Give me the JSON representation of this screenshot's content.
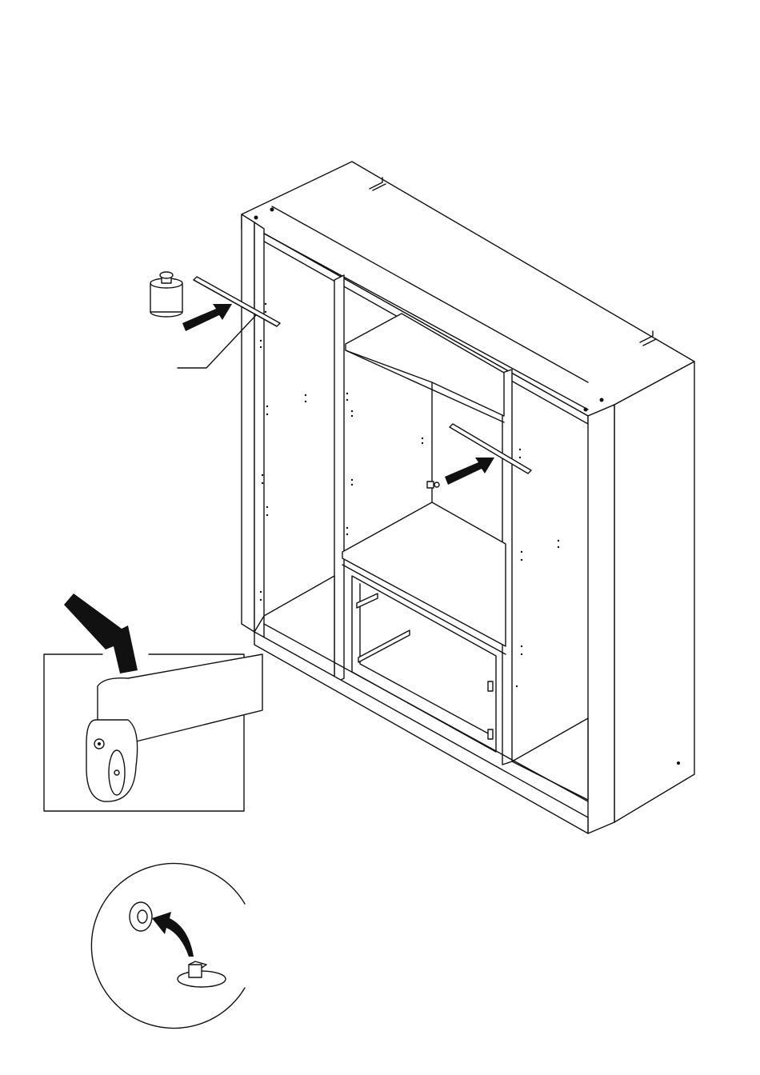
{
  "diagram": {
    "colors": {
      "line": "#111111",
      "background": "#ffffff",
      "arrow": "#111111"
    },
    "parts": [
      "wardrobe-carcass",
      "hanging-rail-left",
      "hanging-rail-right",
      "rubber-mallet",
      "rail-support-detail",
      "cam-cap-detail"
    ]
  }
}
